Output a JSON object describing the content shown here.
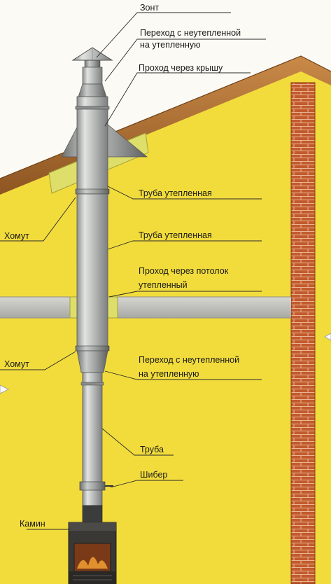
{
  "colors": {
    "wall": "#f2dc3c",
    "roof": "#ad6e2e",
    "brick": "#c0572c",
    "pipe": "#c4c7c4",
    "ceiling": "#c8c8c4",
    "insulation": "#dede6a",
    "sky": "#fbfaf4"
  },
  "labels": {
    "umbrella": "Зонт",
    "transition_top_1": "Переход с неутепленной",
    "transition_top_2": "на утепленную",
    "roof_pass": "Проход через крышу",
    "pipe_insulated_1": "Труба утепленная",
    "clamp_top": "Хомут",
    "pipe_insulated_2": "Труба утепленная",
    "ceiling_pass_1": "Проход через потолок",
    "ceiling_pass_2": "утепленный",
    "clamp_bottom": "Хомут",
    "transition_bottom_1": "Переход с неутепленной",
    "transition_bottom_2": "на утепленную",
    "pipe": "Труба",
    "damper": "Шибер",
    "fireplace": "Камин"
  }
}
